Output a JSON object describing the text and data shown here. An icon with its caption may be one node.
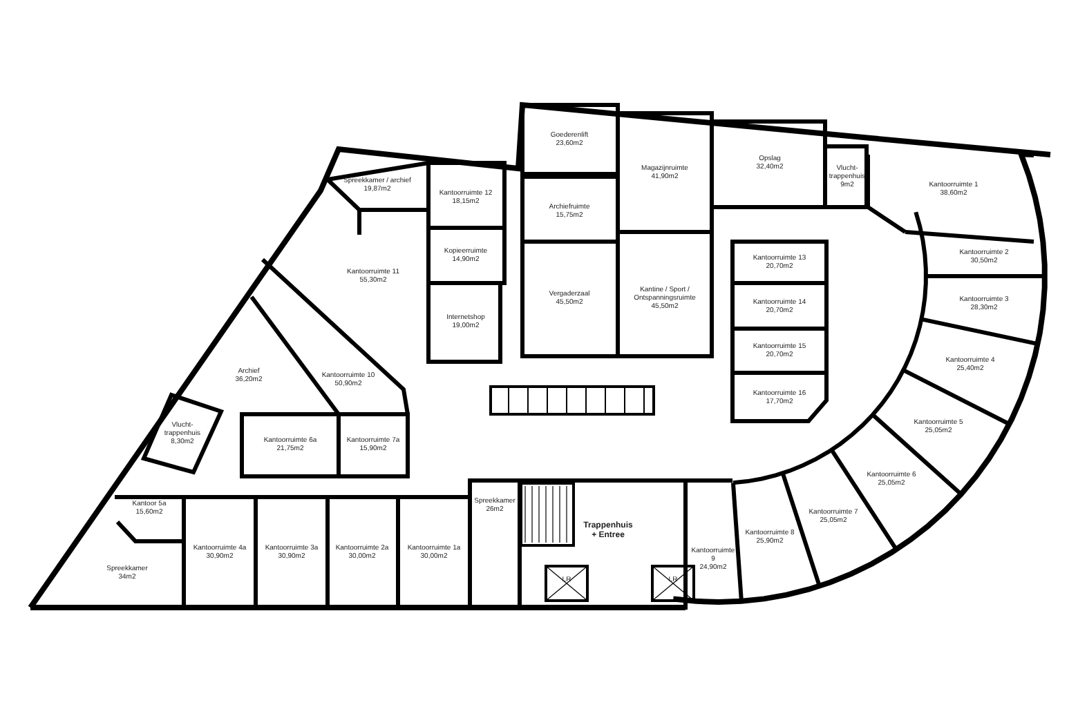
{
  "diagram": {
    "nodes": [
      {
        "text": [
          "Goederenlift",
          "23,60m2"
        ]
      },
      {
        "text": [
          "Magazijnruimte",
          "41,90m2"
        ]
      },
      {
        "text": [
          "Opslag",
          "32,40m2"
        ]
      },
      {
        "text": [
          "Vlucht- trappenhuis",
          "9m2"
        ]
      },
      {
        "text": [
          "Kantoorruimte 1",
          "38,60m2"
        ]
      },
      {
        "text": [
          "Spreekkamer / archief",
          "19,87m2"
        ]
      },
      {
        "text": [
          "Kantoorruimte 12",
          "18,15m2"
        ]
      },
      {
        "text": [
          "Archiefruimte",
          "15,75m2"
        ]
      },
      {
        "text": [
          "Kopieerruimte",
          "14,90m2"
        ]
      },
      {
        "text": [
          "Kantoorruimte 11",
          "55,30m2"
        ]
      },
      {
        "text": [
          "Vergaderzaal",
          "45,50m2"
        ]
      },
      {
        "text": [
          "Kantine / Sport / Ontspanningsruimte",
          "45,50m2"
        ]
      },
      {
        "text": [
          "Kantoorruimte 13",
          "20,70m2"
        ]
      },
      {
        "text": [
          "Kantoorruimte 2",
          "30,50m2"
        ]
      },
      {
        "text": [
          "Kantoorruimte 14",
          "20,70m2"
        ]
      },
      {
        "text": [
          "Internetshop",
          "19,00m2"
        ]
      },
      {
        "text": [
          "Kantoorruimte 10",
          "50,90m2"
        ]
      },
      {
        "text": [
          "Kantoorruimte 15",
          "20,70m2"
        ]
      },
      {
        "text": [
          "Kantoorruimte 3",
          "28,30m2"
        ]
      },
      {
        "text": [
          "Archief",
          "36,20m2"
        ]
      },
      {
        "text": [
          "Kantoorruimte 4",
          "25,40m2"
        ]
      },
      {
        "text": [
          "Kantoorruimte 16",
          "17,70m2"
        ]
      },
      {
        "text": [
          "Vlucht- trappenhuis",
          "8,30m2"
        ]
      },
      {
        "text": [
          "Kantoorruimte 6a",
          "21,75m2"
        ]
      },
      {
        "text": [
          "Kantoorruimte 7a",
          "15,90m2"
        ]
      },
      {
        "text": [
          "Kantoorruimte 5",
          "25,05m2"
        ]
      },
      {
        "text": [
          "Kantoorruimte 6",
          "25,05m2"
        ]
      },
      {
        "text": [
          "Spreekkamer",
          "26m2"
        ]
      },
      {
        "text": [
          "Kantoor 5a",
          "15,60m2"
        ]
      },
      {
        "text": [
          "Kantoorruimte 7",
          "25,05m2"
        ]
      },
      {
        "text": [
          "Trappenhuis + Entree"
        ]
      },
      {
        "text": [
          "Kantoorruimte 8",
          "25,90m2"
        ]
      },
      {
        "text": [
          "Kantoorruimte 4a",
          "30,90m2"
        ]
      },
      {
        "text": [
          "Kantoorruimte 3a",
          "30,90m2"
        ]
      },
      {
        "text": [
          "Kantoorruimte 2a",
          "30,00m2"
        ]
      },
      {
        "text": [
          "Kantoorruimte 1a",
          "30,00m2"
        ]
      },
      {
        "text": [
          "Kantoorruimte 9",
          "24,90m2"
        ]
      },
      {
        "text": [
          "Spreekkamer",
          "34m2"
        ]
      },
      {
        "text": [
          "LR"
        ]
      },
      {
        "text": [
          "LR"
        ]
      }
    ]
  }
}
